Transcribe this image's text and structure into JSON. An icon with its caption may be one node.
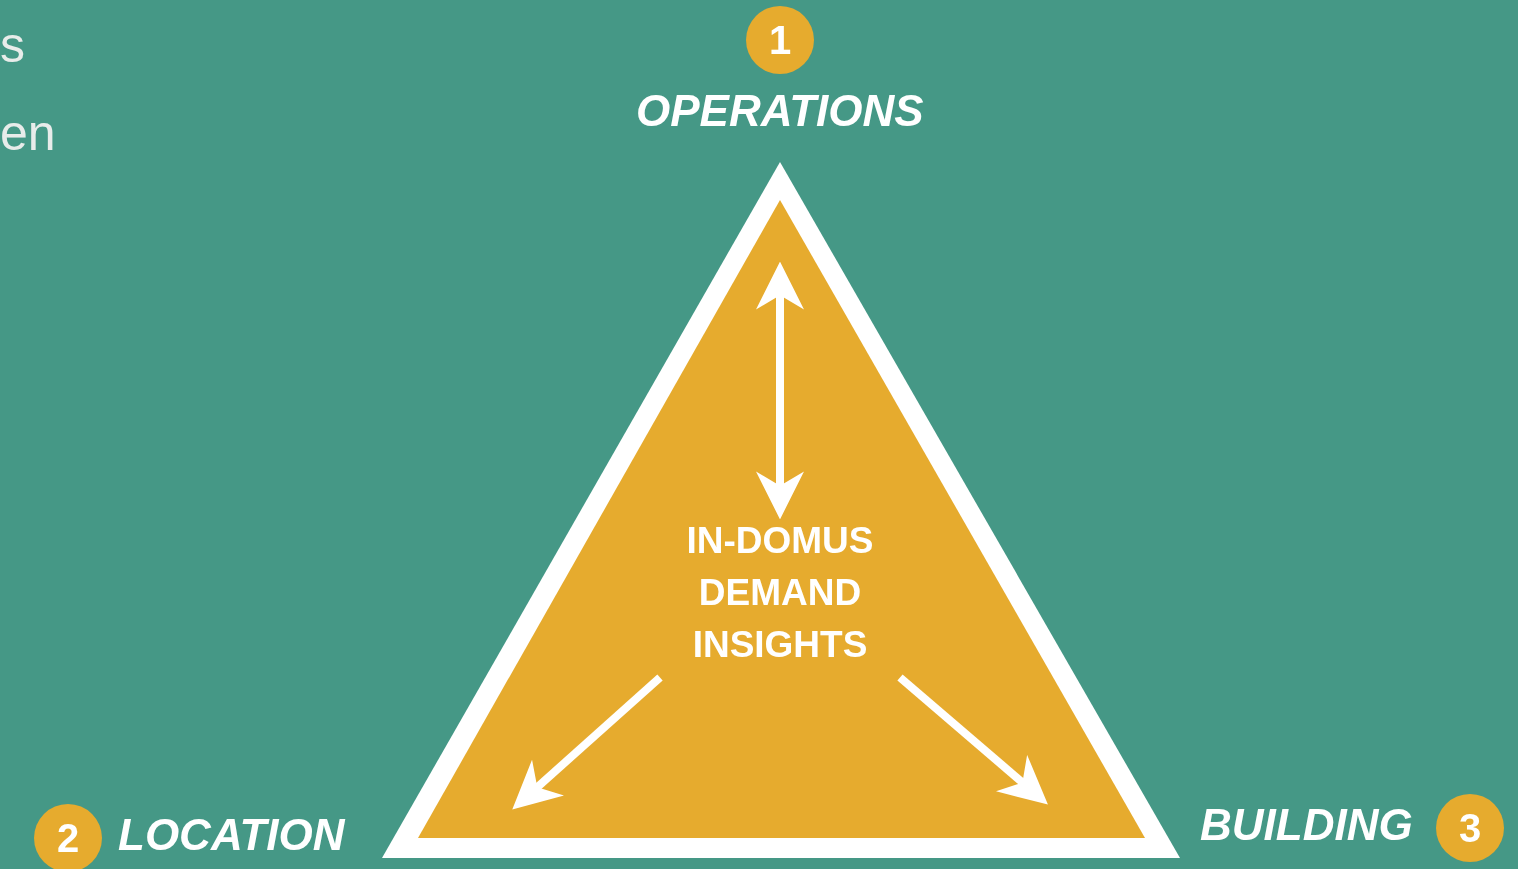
{
  "diagram": {
    "nodes": [
      {
        "text": [],
        "shape": "triangle"
      },
      {
        "text": [
          "IN-DOMUS DEMAND INSIGHTS"
        ],
        "in": 0
      },
      {
        "text": [
          "1"
        ],
        "beside": [
          "OPERATIONS"
        ]
      },
      {
        "text": [
          "2"
        ],
        "beside": [
          "LOCATION"
        ]
      },
      {
        "text": [
          "3"
        ],
        "beside": [
          "BUILDING"
        ]
      }
    ],
    "edges": [
      {
        "from": 1,
        "to": null,
        "arrow": "both"
      },
      {
        "from": 1,
        "to": null,
        "arrow": "to"
      },
      {
        "from": 1,
        "to": null,
        "arrow": "to"
      }
    ],
    "labels": [
      "s",
      "en"
    ]
  }
}
